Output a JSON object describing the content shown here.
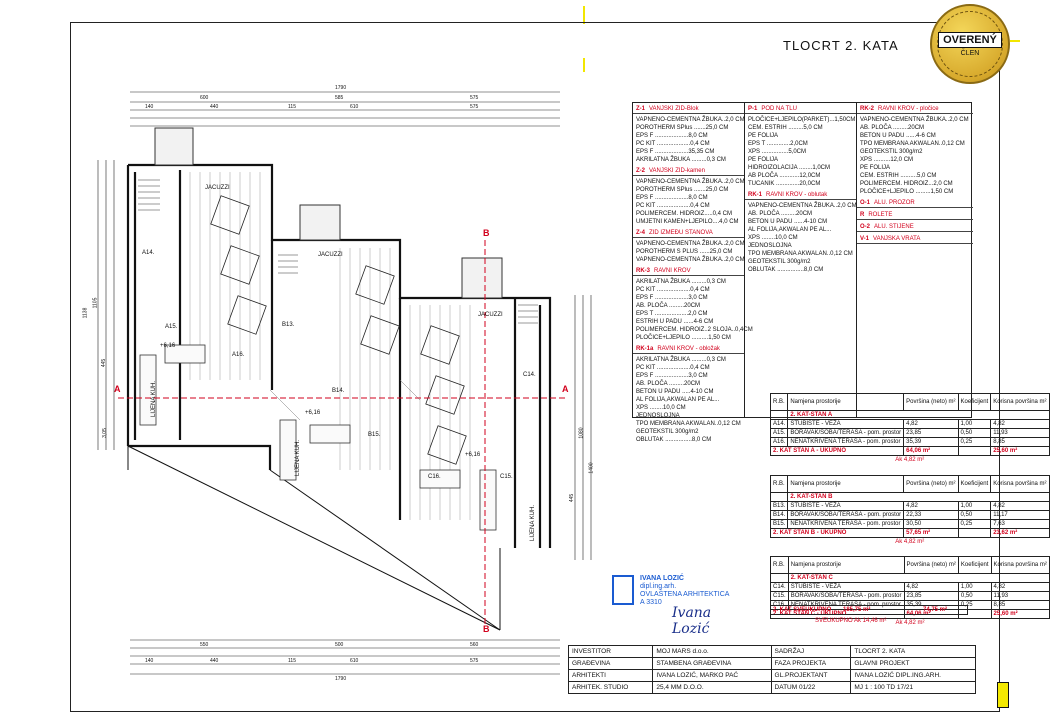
{
  "sheet_title": "TLOCRT  2. KATA",
  "seal": {
    "main": "OVERENÝ",
    "sub": "ČLEN"
  },
  "legend": {
    "col1": [
      {
        "code": "Z-1",
        "title": "VANJSKI ZID-Blok",
        "lines": [
          "VAPNENO-CEMENTNA ŽBUKA..2,0 CM",
          "POROTHERM SPlus .......25,0 CM",
          "EPS F ....................8,0 CM",
          "PC KIT ....................0,4 CM",
          "EPS F ....................35,35 CM",
          "AKRILATNA ŽBUKA .........0,3 CM"
        ]
      },
      {
        "code": "Z-2",
        "title": "VANJSKI ZID-kamen",
        "lines": [
          "VAPNENO-CEMENTNA ŽBUKA..2,0 CM",
          "POROTHERM SPlus .......25,0 CM",
          "EPS F ....................8,0 CM",
          "PC KIT ....................0,4 CM",
          "POLIMERCEM. HIDROIZ.....0,4 CM",
          "UMJETNI KAMEN+LJEPILO....4,0 CM"
        ]
      },
      {
        "code": "Z-4",
        "title": "ZID IZMEĐU STANOVA",
        "lines": [
          "VAPNENO-CEMENTNA ŽBUKA..2,0 CM",
          "POROTHERM S PLUS ......25,0 CM",
          "VAPNENO-CEMENTNA ŽBUKA..2,0 CM"
        ]
      },
      {
        "code": "RK-3",
        "title": "RAVNI KROV",
        "lines": [
          "AKRILATNA ŽBUKA .........0,3 CM",
          "PC KIT ....................0,4 CM",
          "EPS F ....................3,0 CM",
          "AB. PLOČA .........20CM",
          "EPS T ....................2,0 CM",
          "ESTRIH U PADU ......4-6 CM",
          "POLIMERCEM. HIDROIZ..2 SLOJA..0,4CM",
          "PLOČICE+LJEPILO ..........1,50 CM"
        ]
      },
      {
        "code": "RK-1a",
        "title": "RAVNI KROV - obložak",
        "lines": [
          "AKRILATNA ŽBUKA .........0,3 CM",
          "PC KIT ....................0,4 CM",
          "EPS F ....................3,0 CM",
          "AB. PLOČA .........20CM",
          "BETON U PADU .....4-10 CM",
          "AL FOLIJA,AKWALAN PE AL...",
          "XPS ........10,0 CM",
          "JEDNOSLOJNA",
          "TPO MEMBRANA AKWALAN..0,12 CM",
          "GEOTEKSTIL 300g/m2",
          "OBLUTAK ................8,0 CM"
        ]
      }
    ],
    "col2": [
      {
        "code": "P-1",
        "title": "POD NA TLU",
        "lines": [
          "PLOČICE+LJEPILO(PARKET)...1,50CM",
          "CEM. ESTRIH .........5,0 CM",
          "PE FOLIJA",
          "EPS T ..............2,0CM",
          "XPS ................5,0CM",
          "PE FOLIJA",
          "HIDROIZOLACIJA ........1,0CM",
          "AB PLOČA ............12,0CM",
          "TUCANIK ..............20,0CM"
        ]
      },
      {
        "code": "RK-1",
        "title": "RAVNI KROV - oblutak",
        "lines": [
          "VAPNENO-CEMENTNA ŽBUKA..2,0 CM",
          "AB. PLOČA .........20CM",
          "BETON U PADU ......4-10 CM",
          "AL FOLIJA,AKWALAN PE AL...",
          "XPS ........10,0 CM",
          "JEDNOSLOJNA",
          "TPO MEMBRANA AKWALAN..0,12 CM",
          "GEOTEKSTIL 300g/m2",
          "OBLUTAK ................8,0 CM"
        ]
      }
    ],
    "col3": [
      {
        "code": "RK-2",
        "title": "RAVNI KROV - pločice",
        "lines": [
          "VAPNENO-CEMENTNA ŽBUKA..2,0 CM",
          "AB. PLOČA .........20CM",
          "BETON U PADU ......4-6 CM",
          "TPO MEMBRANA AKWALAN..0,12 CM",
          "GEOTEKSTIL 300g/m2",
          "XPS ..........12,0 CM",
          "PE FOLIJA",
          "CEM. ESTRIH ..........5,0 CM",
          "POLIMERCEM. HIDROIZ...2,0 CM",
          "PLOČICE+LJEPILO .........1,50 CM"
        ]
      },
      {
        "code": "O-1",
        "title": "ALU. PROZOR",
        "lines": []
      },
      {
        "code": "R",
        "title": "ROLETE",
        "lines": []
      },
      {
        "code": "O-2",
        "title": "ALU. STIJENE",
        "lines": []
      },
      {
        "code": "V-1",
        "title": "VANJSKA VRATA",
        "lines": []
      }
    ]
  },
  "room_tables": [
    {
      "unit": "2. KAT-STAN A",
      "headers": [
        "R.B.",
        "Namjena prostorije",
        "Površina (neto) m²",
        "Koeficijent",
        "Korisna površina m²"
      ],
      "rows": [
        [
          "A14.",
          "STUBIŠTE - VEŽA",
          "4,82",
          "1,00",
          "4,82"
        ],
        [
          "A15.",
          "BORAVAK/SOBA/TERASA - pom. prostor",
          "23,85",
          "0,50",
          "11,93"
        ],
        [
          "A16.",
          "NENATKRIVENA TERASA - pom. prostor",
          "35,39",
          "0,25",
          "8,85"
        ]
      ],
      "total": [
        "2. KAT STAN A - UKUPNO",
        "64,06 m²",
        "",
        "25,60 m²"
      ],
      "sub": "Ak 4,82 m²"
    },
    {
      "unit": "2. KAT-STAN B",
      "headers": [
        "R.B.",
        "Namjena prostorije",
        "Površina (neto) m²",
        "Koeficijent",
        "Korisna površina m²"
      ],
      "rows": [
        [
          "B13.",
          "STUBIŠTE - VEŽA",
          "4,82",
          "1,00",
          "4,82"
        ],
        [
          "B14.",
          "BORAVAK/SOBA/TERASA - pom. prostor",
          "22,33",
          "0,50",
          "11,17"
        ],
        [
          "B15.",
          "NENATKRIVENA TERASA - pom. prostor",
          "30,50",
          "0,25",
          "7,63"
        ]
      ],
      "total": [
        "2. KAT STAN B - UKUPNO",
        "57,65 m²",
        "",
        "23,62 m²"
      ],
      "sub": "Ak 4,82 m²"
    },
    {
      "unit": "2. KAT-STAN C",
      "headers": [
        "R.B.",
        "Namjena prostorije",
        "Površina (neto) m²",
        "Koeficijent",
        "Korisna površina m²"
      ],
      "rows": [
        [
          "C14.",
          "STUBIŠTE - VEŽA",
          "4,82",
          "1,00",
          "4,82"
        ],
        [
          "C15.",
          "BORAVAK/SOBA/TERASA - pom. prostor",
          "23,85",
          "0,50",
          "11,93"
        ],
        [
          "C16.",
          "NENATKRIVENA TERASA - pom. prostor",
          "35,39",
          "0,25",
          "8,85"
        ]
      ],
      "total": [
        "2. KAT STAN C - UKUPNO",
        "64,06 m²",
        "",
        "25,60 m²"
      ],
      "sub": "Ak 4,82 m²"
    }
  ],
  "grand_total": {
    "label": "2. KAT SVEUKUPNO",
    "area": "185,75 m²",
    "useful": "74,75 m²",
    "sub": "SVEUKUPNO Ak 14,46 m²"
  },
  "stamp": {
    "name": "IVANA LOZIĆ",
    "title": "dipl.ing.arh.",
    "role": "OVLAŠTENA ARHITEKTICA",
    "number": "A 3310",
    "signature": "Ivana Lozić"
  },
  "titleblock": [
    [
      "INVESTITOR",
      "MOJ MARS d.o.o.",
      "SADRŽAJ",
      "TLOCRT  2. KATA"
    ],
    [
      "GRAĐEVINA",
      "STAMBENA GRAĐEVINA",
      "FAZA PROJEKTA",
      "GLAVNI PROJEKT"
    ],
    [
      "ARHITEKTI",
      "IVANA LOZIĆ, MARKO PAĆ",
      "GL.PROJEKTANT",
      "IVANA LOZIĆ  DIPL.ING.ARH."
    ],
    [
      "ARHITEK. STUDIO",
      "25,4 MM D.O.O.",
      "DATUM 01/22",
      "MJ 1 : 100   TD 17/21"
    ]
  ],
  "plan": {
    "dims_top": [
      "1790",
      "600",
      "585",
      "575",
      "140",
      "440",
      "115",
      "610",
      "575"
    ],
    "dims_bottom": [
      "1790",
      "550",
      "500",
      "560",
      "140",
      "440",
      "115",
      "610",
      "575"
    ],
    "rooms": [
      "A14.",
      "A15.",
      "A16.",
      "B13.",
      "B14.",
      "B15.",
      "C14.",
      "C15.",
      "C16."
    ],
    "labels": [
      "JACUZZI",
      "JACUZZI",
      "JACUZZI",
      "LIJENA KUH.",
      "LIJENA KUH.",
      "LIJENA KUH.",
      "+6,16",
      "+6,16",
      "+6,16"
    ],
    "section_marks": [
      "A",
      "A",
      "B",
      "B"
    ],
    "side_dims": [
      "1105",
      "1138",
      "445",
      "3,05",
      "1400",
      "1080",
      "445"
    ]
  }
}
